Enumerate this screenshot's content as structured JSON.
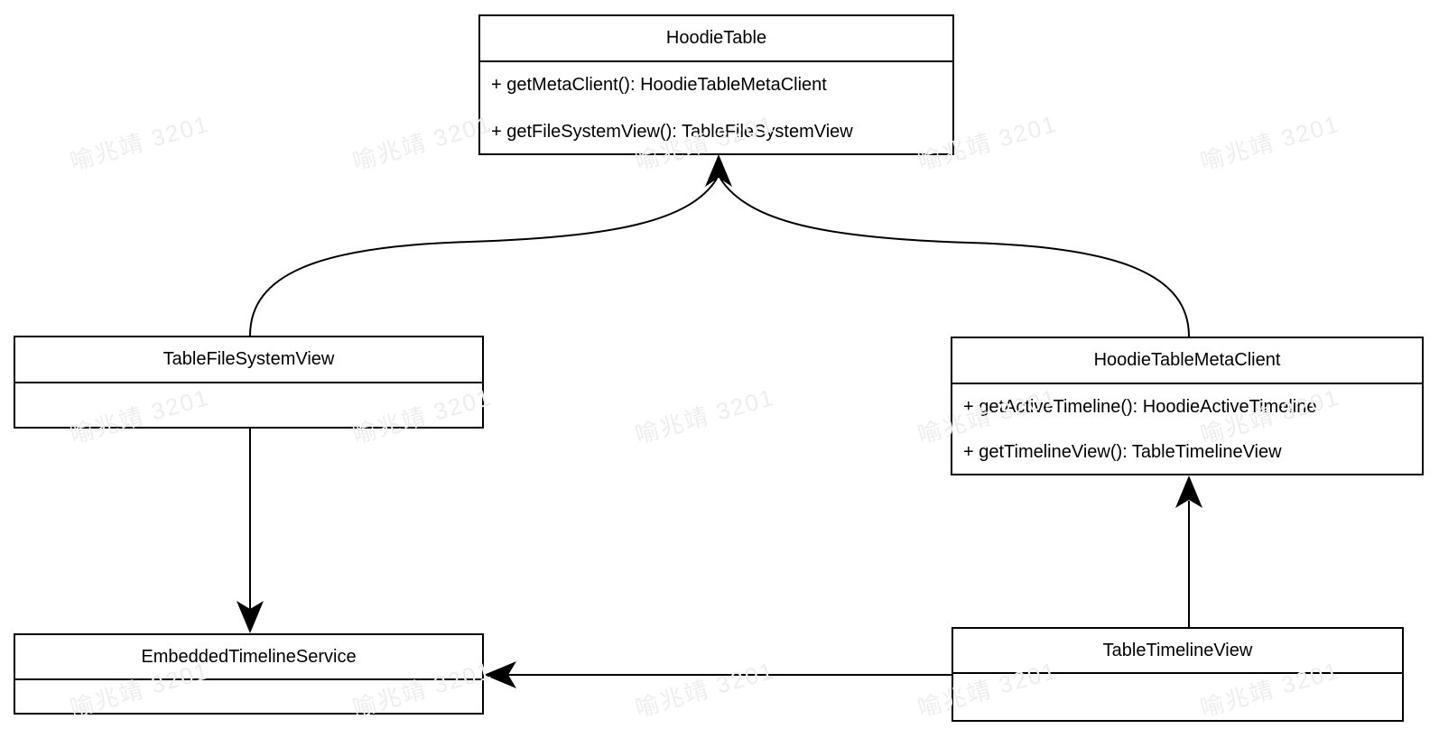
{
  "diagram": {
    "type": "uml-class-diagram",
    "colors": {
      "background": "#ffffff",
      "stroke": "#000000",
      "text": "#000000",
      "watermark": "#ededed"
    },
    "watermark": {
      "text": "喻兆靖 3201"
    },
    "classes": [
      {
        "name": "HoodieTable",
        "methods": [
          "+ getMetaClient(): HoodieTableMetaClient",
          "+ getFileSystemView(): TableFileSystemView"
        ]
      },
      {
        "name": "TableFileSystemView",
        "methods": []
      },
      {
        "name": "HoodieTableMetaClient",
        "methods": [
          "+ getActiveTimeline(): HoodieActiveTimeline",
          "+ getTimelineView(): TableTimelineView"
        ]
      },
      {
        "name": "EmbeddedTimelineService",
        "methods": []
      },
      {
        "name": "TableTimelineView",
        "methods": []
      }
    ],
    "edges": [
      {
        "from": "TableFileSystemView",
        "to": "HoodieTable",
        "style": "curved-arrow"
      },
      {
        "from": "HoodieTableMetaClient",
        "to": "HoodieTable",
        "style": "curved-arrow"
      },
      {
        "from": "TableFileSystemView",
        "to": "EmbeddedTimelineService",
        "style": "straight-arrow"
      },
      {
        "from": "TableTimelineView",
        "to": "HoodieTableMetaClient",
        "style": "straight-arrow"
      },
      {
        "from": "TableTimelineView",
        "to": "EmbeddedTimelineService",
        "style": "straight-arrow"
      }
    ]
  }
}
